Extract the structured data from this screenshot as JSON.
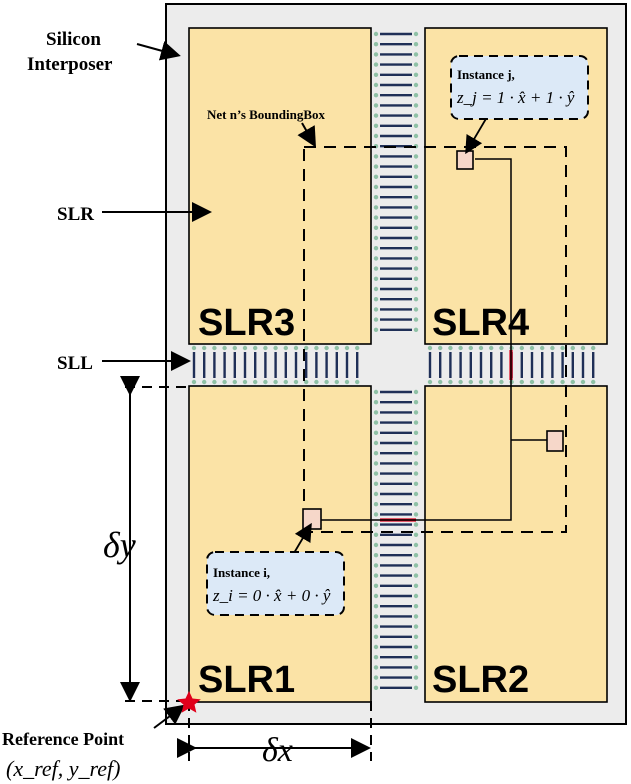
{
  "labels": {
    "interposer_line1": "Silicon",
    "interposer_line2": "Interposer",
    "slr": "SLR",
    "sll": "SLL",
    "bounding_box": "Net n’s BoundingBox",
    "reference_line1": "Reference Point",
    "reference_coords": "(x_ref, y_ref)",
    "delta_x": "δx",
    "delta_y": "δy"
  },
  "regions": [
    {
      "id": "slr1",
      "name": "SLR1"
    },
    {
      "id": "slr2",
      "name": "SLR2"
    },
    {
      "id": "slr3",
      "name": "SLR3"
    },
    {
      "id": "slr4",
      "name": "SLR4"
    }
  ],
  "instances": [
    {
      "id": "i",
      "title": "Instance i,",
      "equation": "z_i = 0 · x̂ + 0 · ŷ"
    },
    {
      "id": "j",
      "title": "Instance j,",
      "equation": "z_j = 1 · x̂ + 1 · ŷ"
    }
  ],
  "colors": {
    "interposer_fill": "#ececec",
    "slr_fill": "#fbe3a6",
    "sll_line": "#1f2f57",
    "sll_dot": "#8fc1a6",
    "callout_fill": "#dce9f7",
    "instance_fill": "#f6d7c9",
    "highlight": "#e0001b",
    "reference_star": "#e0001b"
  }
}
